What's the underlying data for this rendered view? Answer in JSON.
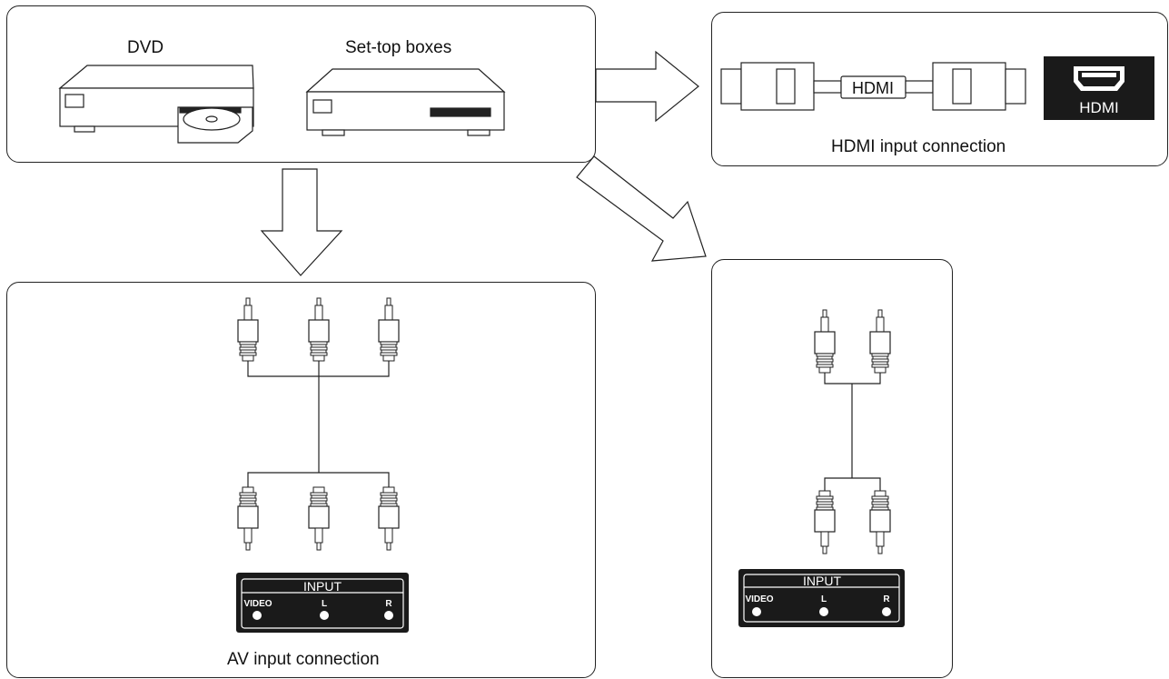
{
  "sources": {
    "dvd_label": "DVD",
    "settop_label": "Set-top boxes"
  },
  "hdmi": {
    "cable_label": "HDMI",
    "port_label": "HDMI",
    "caption": "HDMI input connection"
  },
  "av": {
    "caption": "AV input connection",
    "panel": {
      "title": "INPUT",
      "jacks": [
        "VIDEO",
        "L",
        "R"
      ]
    }
  },
  "audio": {
    "panel": {
      "title": "INPUT",
      "jacks": [
        "VIDEO",
        "L",
        "R"
      ]
    }
  },
  "colors": {
    "line": "#222222",
    "panel": "#1a1a1a",
    "background": "#ffffff"
  }
}
